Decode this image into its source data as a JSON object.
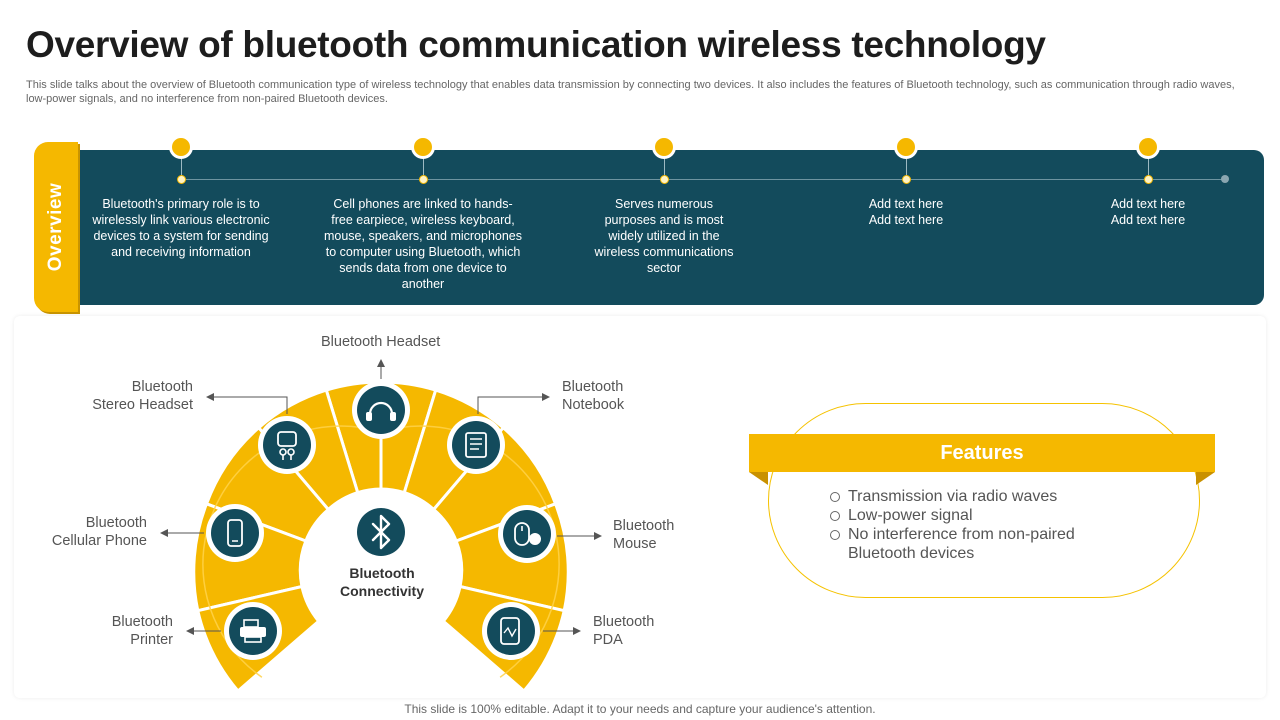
{
  "header": {
    "title": "Overview of bluetooth communication wireless technology",
    "subtitle": "This slide talks about the overview of Bluetooth communication type of wireless technology that enables data transmission by connecting two devices. It also includes the features of Bluetooth technology, such as communication through radio waves, low-power signals, and no interference from non-paired Bluetooth devices."
  },
  "overview": {
    "tab_label": "Overview",
    "steps": [
      {
        "text": "Bluetooth's primary role is to wirelessly link various electronic devices to a system for sending and receiving information"
      },
      {
        "text": "Cell phones are linked to hands-free earpiece, wireless keyboard, mouse, speakers, and microphones to computer using Bluetooth, which sends data from one device to another"
      },
      {
        "text": "Serves numerous purposes and is most widely utilized in the wireless communications sector"
      },
      {
        "text": "Add text here Add text here"
      },
      {
        "text": "Add text here Add text here"
      }
    ]
  },
  "diagram": {
    "center_label": "Bluetooth Connectivity",
    "center_icon": "bluetooth-icon",
    "devices": [
      {
        "label": "Bluetooth Headset",
        "icon": "headset-icon"
      },
      {
        "label": "Bluetooth Stereo Headset",
        "icon": "earbuds-icon"
      },
      {
        "label": "Bluetooth Notebook",
        "icon": "notebook-icon"
      },
      {
        "label": "Bluetooth Cellular Phone",
        "icon": "phone-icon"
      },
      {
        "label": "Bluetooth Mouse",
        "icon": "mouse-icon"
      },
      {
        "label": "Bluetooth Printer",
        "icon": "printer-icon"
      },
      {
        "label": "Bluetooth PDA",
        "icon": "pda-icon"
      }
    ]
  },
  "features": {
    "title": "Features",
    "items": [
      "Transmission via radio waves",
      "Low-power signal",
      "No interference from non-paired Bluetooth devices"
    ]
  },
  "footer": {
    "text": "This slide is 100% editable. Adapt it to your needs and capture your audience's attention."
  },
  "colors": {
    "teal": "#134b5c",
    "yellow": "#f5b800",
    "dark_yellow": "#c99100"
  }
}
